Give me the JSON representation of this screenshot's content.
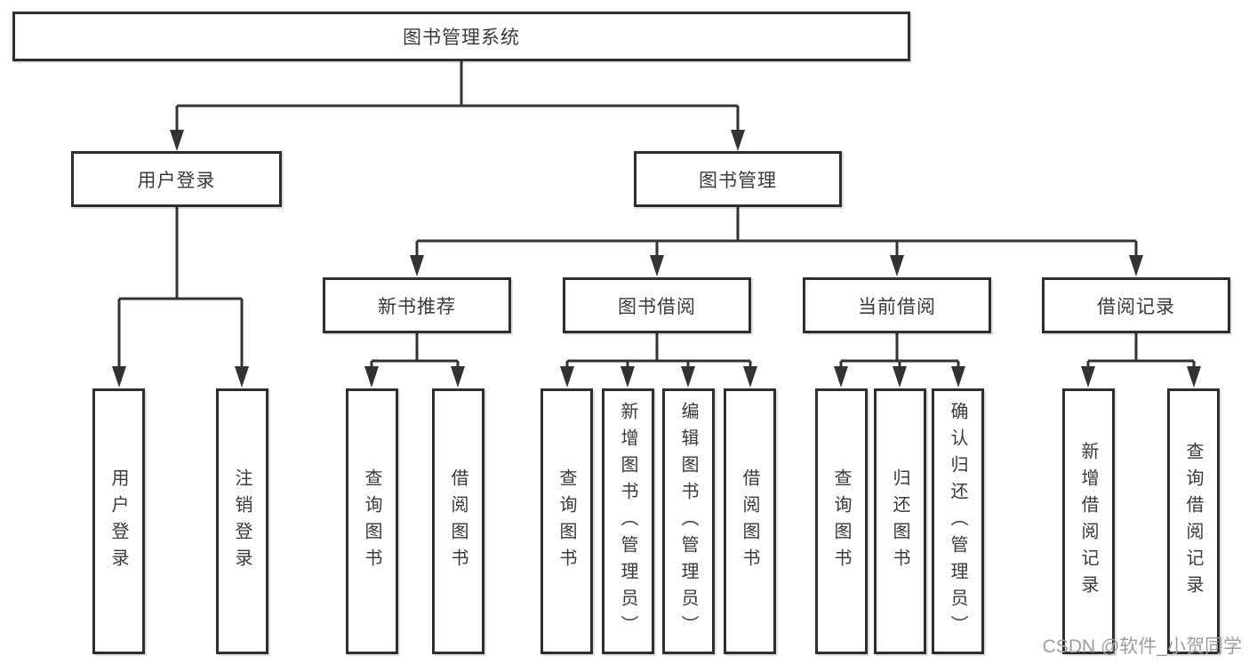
{
  "tree": {
    "root": {
      "label": "图书管理系统",
      "children": [
        {
          "label": "用户登录",
          "children": [
            {
              "label": "用户登录"
            },
            {
              "label": "注销登录"
            }
          ]
        },
        {
          "label": "图书管理",
          "children": [
            {
              "label": "新书推荐",
              "children": [
                {
                  "label": "查询图书"
                },
                {
                  "label": "借阅图书"
                }
              ]
            },
            {
              "label": "图书借阅",
              "children": [
                {
                  "label": "查询图书"
                },
                {
                  "label": "新增图书（管理员）"
                },
                {
                  "label": "编辑图书（管理员）"
                },
                {
                  "label": "借阅图书"
                }
              ]
            },
            {
              "label": "当前借阅",
              "children": [
                {
                  "label": "查询图书"
                },
                {
                  "label": "归还图书"
                },
                {
                  "label": "确认归还（管理员）"
                }
              ]
            },
            {
              "label": "借阅记录",
              "children": [
                {
                  "label": "新增借阅记录"
                },
                {
                  "label": "查询借阅记录"
                }
              ]
            }
          ]
        }
      ]
    }
  },
  "watermark": {
    "text": "CSDN @软件_小贺同学"
  },
  "colors": {
    "line": "#333333",
    "border": "#2e2e2e",
    "text": "#3a3a3a",
    "watermark": "#9e9e9e",
    "background": "#ffffff"
  }
}
